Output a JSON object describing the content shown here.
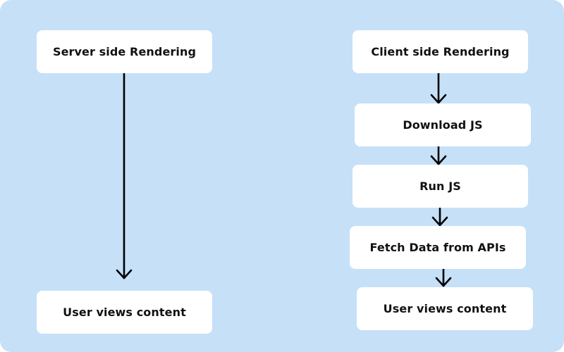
{
  "diagram": {
    "server": {
      "title": "Server side Rendering",
      "steps": [
        "User views content"
      ]
    },
    "client": {
      "title": "Client side Rendering",
      "steps": [
        "Download JS",
        "Run JS",
        "Fetch Data from APIs",
        "User views content"
      ]
    }
  },
  "colors": {
    "background": "#c6e0f8",
    "box": "#ffffff",
    "text": "#111111",
    "arrow": "#000000"
  }
}
